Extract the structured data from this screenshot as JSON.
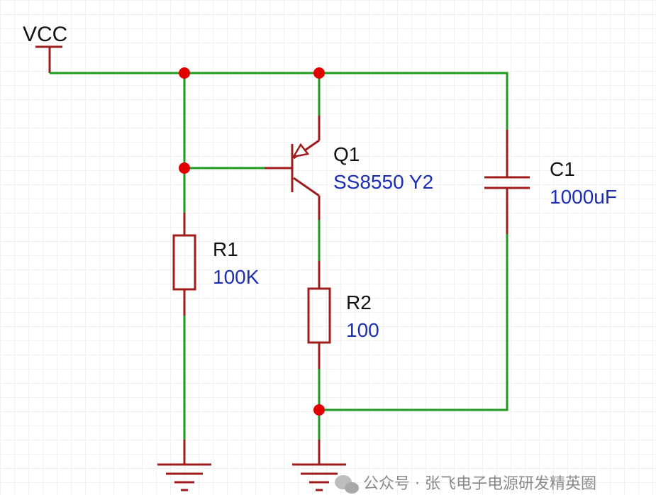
{
  "power": {
    "label": "VCC"
  },
  "components": {
    "Q1": {
      "ref": "Q1",
      "value": "SS8550 Y2"
    },
    "R1": {
      "ref": "R1",
      "value": "100K"
    },
    "R2": {
      "ref": "R2",
      "value": "100"
    },
    "C1": {
      "ref": "C1",
      "value": "1000uF"
    }
  },
  "watermark": {
    "text": "公众号 · 张飞电子电源研发精英圈"
  },
  "colors": {
    "wire": "#1f9a1f",
    "component": "#a01c1c",
    "junction": "#e00000",
    "reference_text": "#111111",
    "value_text": "#1c2fb4",
    "grid": "#e6e6e6"
  }
}
